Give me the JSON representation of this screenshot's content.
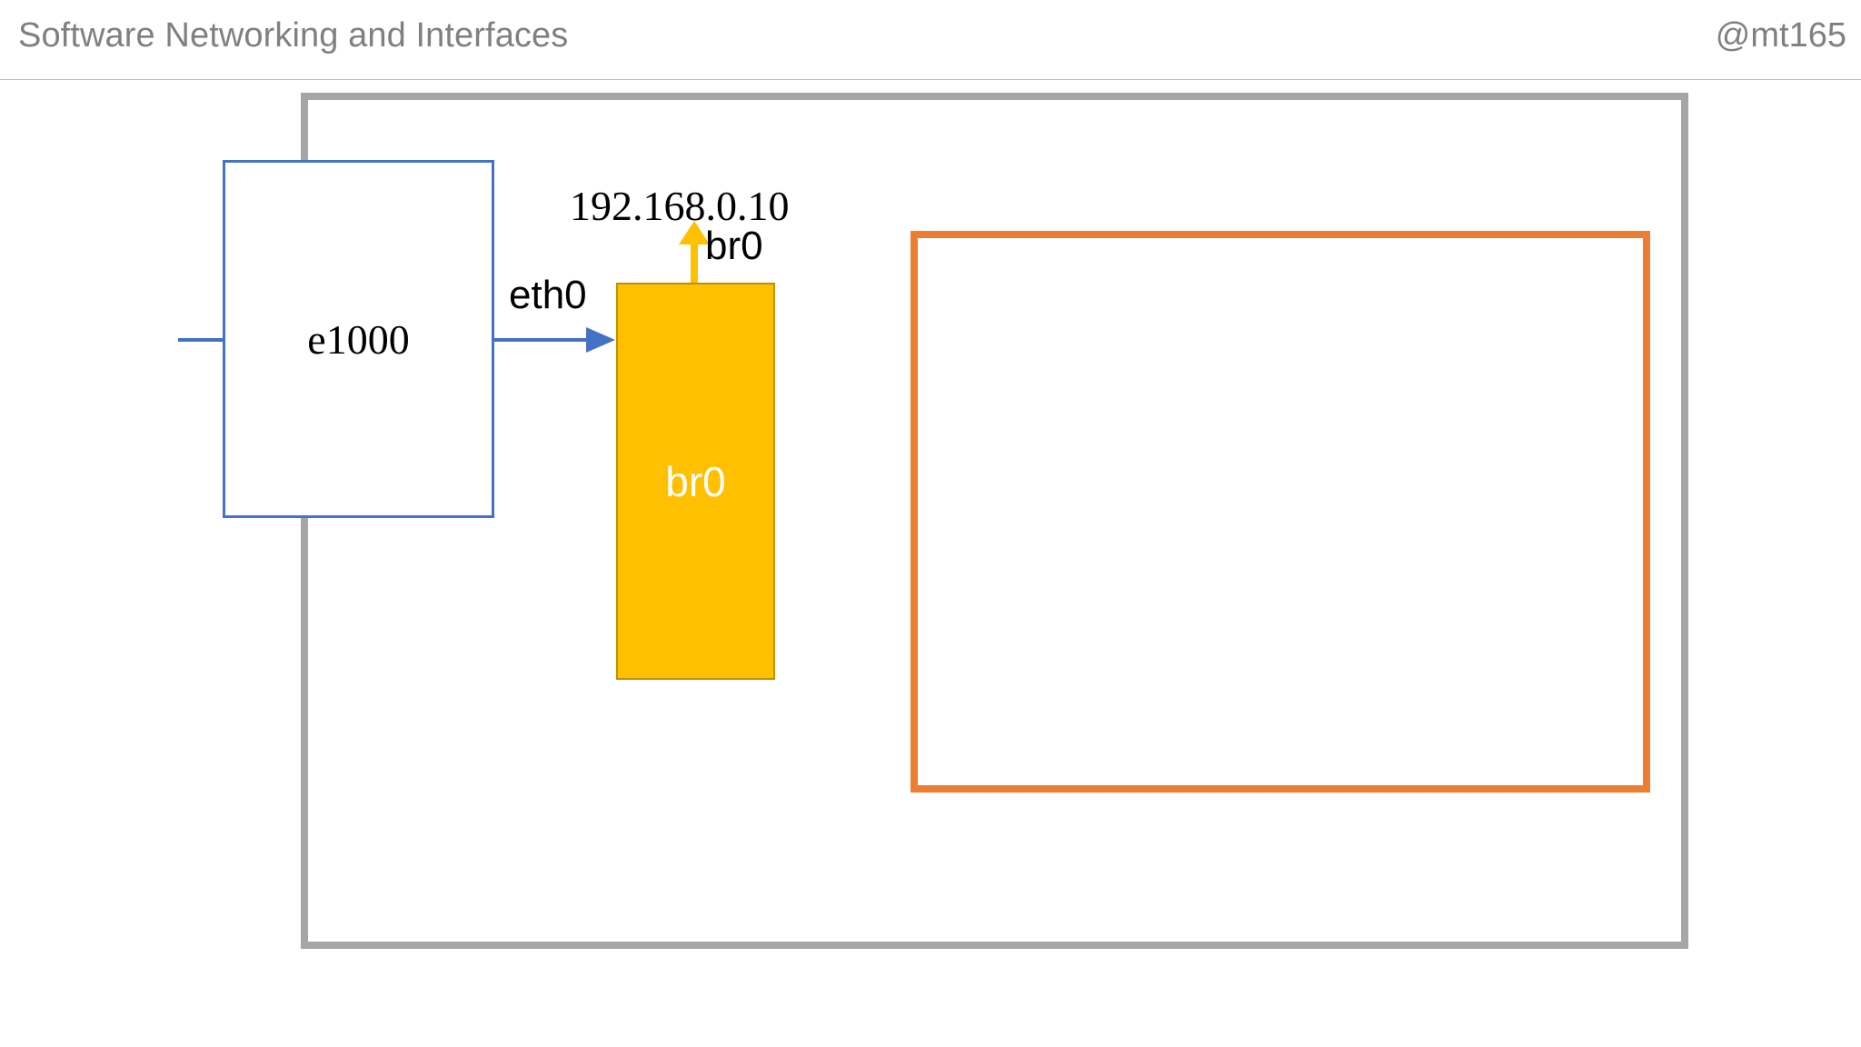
{
  "header": {
    "title": "Software Networking and Interfaces",
    "handle": "@mt165"
  },
  "diagram": {
    "host_boundary": {
      "name": "host-machine-boundary",
      "label": "",
      "color": "#a6a6a6"
    },
    "nic": {
      "label": "e1000",
      "border_color": "#4472c4",
      "fill_color": "#ffffff"
    },
    "uplink_stub": {
      "label": "",
      "color": "#4472c4"
    },
    "eth0_link": {
      "label": "eth0",
      "color": "#4472c4"
    },
    "bridge": {
      "label": "br0",
      "fill_color": "#ffc000",
      "border_color": "#bf9000",
      "text_color": "#ffffff"
    },
    "bridge_uplink": {
      "label": "br0",
      "color": "#ffc000"
    },
    "ip_address": "192.168.0.10",
    "guest_container": {
      "label": "",
      "border_color": "#ed7d31"
    }
  }
}
